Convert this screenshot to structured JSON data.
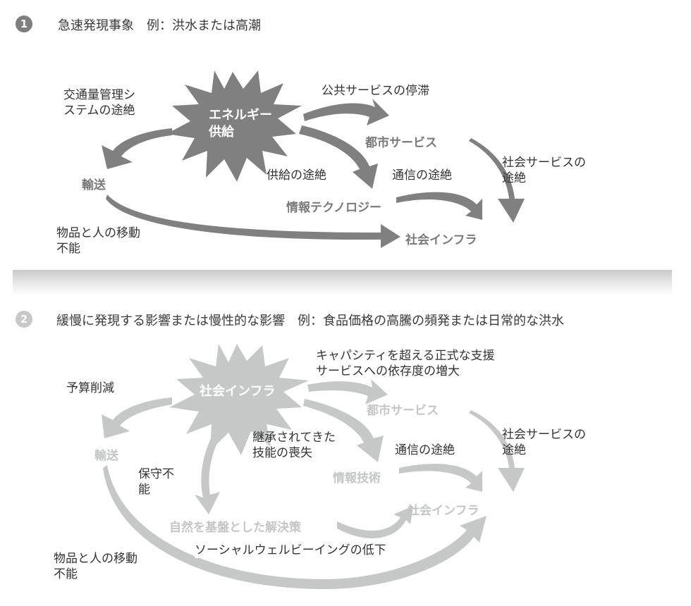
{
  "section1": {
    "number": "1",
    "heading": "急速発現事象　例：洪水または高潮",
    "colors": {
      "shape": "#808080",
      "badge": "#7f7f7f"
    },
    "center_node": {
      "line1": "エネルギー",
      "line2": "供給"
    },
    "nodes": {
      "transport": "輸送",
      "urban_services": "都市サービス",
      "information_technology": "情報テクノロジー",
      "social_infrastructure": "社会インフラ"
    },
    "labels": {
      "traffic_control_line1": "交通量管理シ",
      "traffic_control_line2": "ステムの途絶",
      "public_services": "公共サービスの停滞",
      "supply_disruption": "供給の途絶",
      "communication_disruption": "通信の途絶",
      "social_services_line1": "社会サービスの",
      "social_services_line2": "途絶",
      "movement_line1": "物品と人の移動",
      "movement_line2": "不能"
    }
  },
  "section2": {
    "number": "2",
    "heading": "緩慢に発現する影響または慢性的な影響　例：食品価格の高騰の頻発または日常的な洪水",
    "colors": {
      "shape": "#c6c8c8",
      "badge": "#c8c8c8"
    },
    "center_node": {
      "line1": "社会インフラ"
    },
    "nodes": {
      "transport": "輸送",
      "urban_services": "都市サービス",
      "information_technology": "情報技術",
      "social_infrastructure": "社会インフラ",
      "nature_based": "自然を基盤とした解決策"
    },
    "labels": {
      "budget_cuts": "予算削減",
      "capacity_line1": "キャパシティを超える正式な支援",
      "capacity_line2": "サービスへの依存度の増大",
      "skills_loss_line1": "継承されてきた",
      "skills_loss_line2": "技能の喪失",
      "communication_disruption": "通信の途絶",
      "social_services_line1": "社会サービスの",
      "social_services_line2": "途絶",
      "maintenance_line1": "保守不",
      "maintenance_line2": "能",
      "wellbeing_decline": "ソーシャルウェルビーイングの低下",
      "movement_line1": "物品と人の移動",
      "movement_line2": "不能"
    }
  }
}
